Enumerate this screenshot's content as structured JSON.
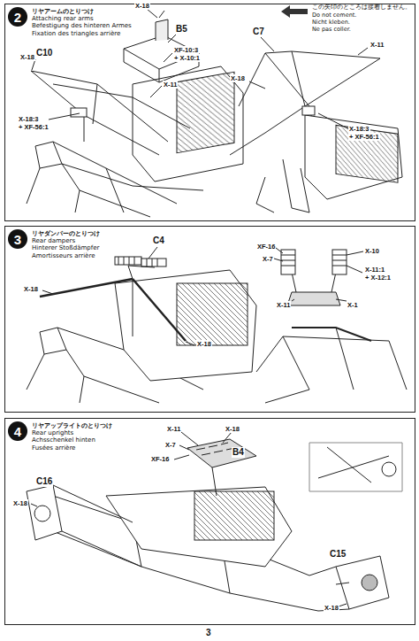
{
  "diagram": {
    "nodes": [
      {
        "text": [
          "リヤアームのとりつけ",
          "Attaching rear arms",
          "Befestigung des hinteren Armes",
          "Fixation des triangles arrière"
        ]
      },
      {
        "text": [
          "2"
        ],
        "in": 0
      },
      {
        "text": [
          "リヤダンパーのとりつけ",
          "Rear dampers",
          "Hinterer Stoßdämpfer",
          "Amortisseurs arrière"
        ]
      },
      {
        "text": [
          "3"
        ],
        "in": 2
      },
      {
        "text": [
          "リヤアップライトのとりつけ",
          "Rear uprights",
          "Achsschenkel hinten",
          "Fusées arrière"
        ]
      },
      {
        "text": [
          "4"
        ],
        "in": 4
      }
    ],
    "labels": [
      "この矢印のところは接着しません。",
      "Do not cement.",
      "Nicht kleben.",
      "Ne pas coller.",
      "X-18",
      "C10",
      "B5",
      "X-18",
      "XF-10:3",
      "+ X-10:1",
      "X-11",
      "X-18:3",
      "+ XF-56:1",
      "C7",
      "X-11",
      "X-18",
      "X-18:3",
      "+ XF-56:1",
      "C4",
      "X-18",
      "X-18",
      "XF-16",
      "X-10",
      "X-7",
      "X-11:1",
      "+ X-12:1",
      "X-11",
      "X-1",
      "X-11",
      "X-18",
      "X-7",
      "B4",
      "XF-16",
      "C16",
      "X-18",
      "C15",
      "X-18",
      "3"
    ]
  }
}
